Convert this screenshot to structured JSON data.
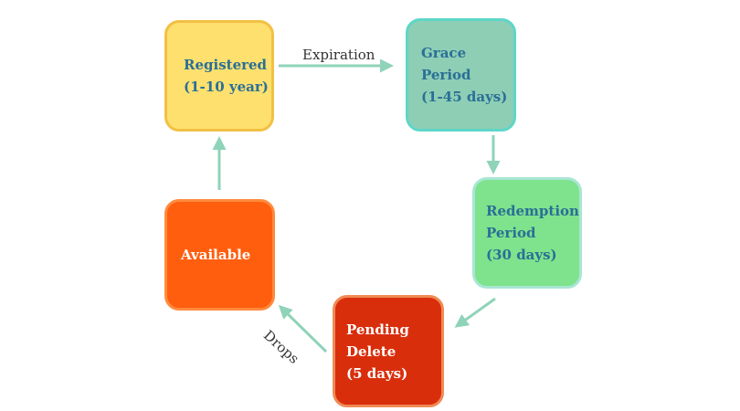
{
  "diagram": {
    "nodes": {
      "registered": {
        "label": "Registered\n(1-10 year)",
        "fill": "#FDE06E",
        "border": "#F2C043",
        "text_color": "#2A6F97"
      },
      "grace": {
        "label": "Grace Period\n(1-45 days)",
        "fill": "#8ECEB4",
        "border": "#5ED6C8",
        "text_color": "#2A6F97"
      },
      "redemption": {
        "label": "Redemption\nPeriod\n(30 days)",
        "fill": "#7EE38C",
        "border": "#A8E6D4",
        "text_color": "#2A6F97"
      },
      "pending": {
        "label": "Pending\nDelete\n(5 days)",
        "fill": "#D92E0C",
        "border": "#F08A55",
        "text_color": "#FFFFFF"
      },
      "available": {
        "label": "Available",
        "fill": "#FF5E0E",
        "border": "#FF8A3D",
        "text_color": "#FFFFFF"
      }
    },
    "edges": {
      "expiration_label": "Expiration",
      "drops_label": "Drops",
      "color": "#8FD3B8"
    }
  }
}
